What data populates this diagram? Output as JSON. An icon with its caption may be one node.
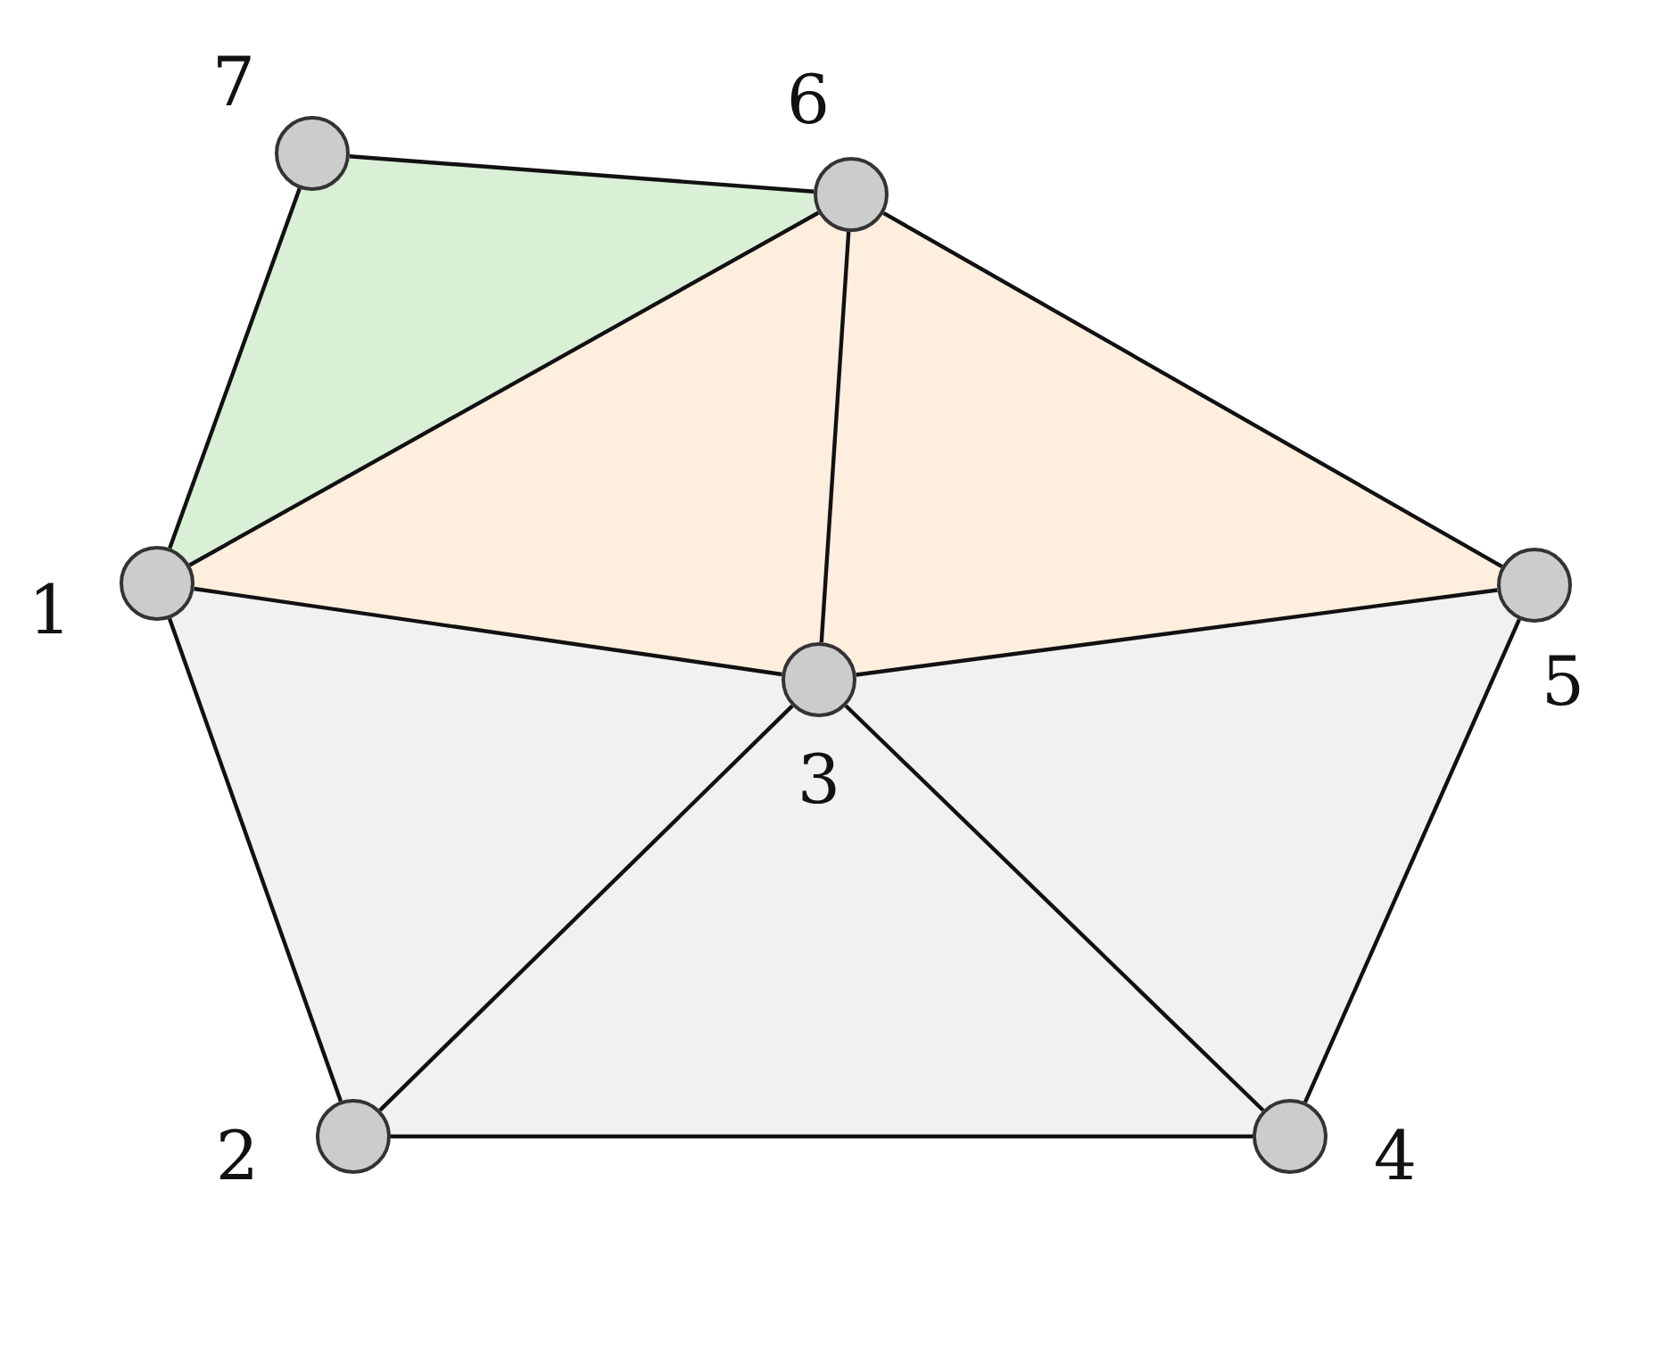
{
  "diagram": {
    "nodes": [
      {
        "text": [],
        "shape": "circle",
        "beside": [
          "1"
        ]
      },
      {
        "text": [],
        "shape": "circle",
        "beside": [
          "2"
        ]
      },
      {
        "text": [],
        "shape": "circle",
        "beside": [
          "3"
        ]
      },
      {
        "text": [],
        "shape": "circle",
        "beside": [
          "4"
        ]
      },
      {
        "text": [],
        "shape": "circle",
        "beside": [
          "5"
        ]
      },
      {
        "text": [],
        "shape": "circle",
        "beside": [
          "6"
        ]
      },
      {
        "text": [],
        "shape": "circle",
        "beside": [
          "7"
        ]
      }
    ],
    "edges": [
      {
        "from": 6,
        "to": 5,
        "arrow": "none"
      },
      {
        "from": 6,
        "to": 0,
        "arrow": "none"
      },
      {
        "from": 0,
        "to": 5,
        "arrow": "none"
      },
      {
        "from": 5,
        "to": 2,
        "arrow": "none"
      },
      {
        "from": 5,
        "to": 4,
        "arrow": "none"
      },
      {
        "from": 0,
        "to": 2,
        "arrow": "none"
      },
      {
        "from": 2,
        "to": 4,
        "arrow": "none"
      },
      {
        "from": 0,
        "to": 1,
        "arrow": "none"
      },
      {
        "from": 1,
        "to": 2,
        "arrow": "none"
      },
      {
        "from": 2,
        "to": 3,
        "arrow": "none"
      },
      {
        "from": 1,
        "to": 3,
        "arrow": "none"
      },
      {
        "from": 3,
        "to": 4,
        "arrow": "none"
      }
    ]
  }
}
